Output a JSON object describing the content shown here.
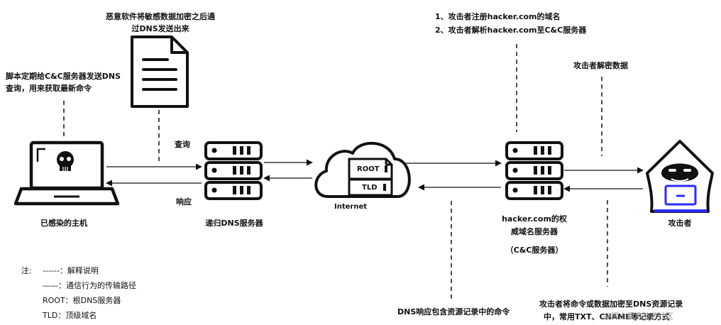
{
  "annotations": {
    "malware_encrypt": [
      "恶意软件将敏感数据加密之后通",
      "过DNS发送出来"
    ],
    "script_query": [
      "脚本定期给C&C服务器发送DNS",
      "查询，用来获取最新命令"
    ],
    "attacker_steps": [
      "1、攻击者注册hacker.com的域名",
      "2、攻击者解析hacker.com至C&C服务器"
    ],
    "attacker_decrypt": "攻击者解密数据",
    "dns_response_command": "DNS响应包含资源记录中的命令",
    "attacker_encode": [
      "攻击者将命令或数据加密至DNS资源记录",
      "中，常用TXT、CNAME等记录方式"
    ]
  },
  "arrows": {
    "query": "查询",
    "response": "响应"
  },
  "nodes": {
    "infected_host": "已感染的主机",
    "recursive_dns": "递归DNS服务器",
    "internet": "Internet",
    "root_label": "ROOT",
    "tld_label": "TLD",
    "authoritative": [
      "hacker.com的权",
      "威域名服务器"
    ],
    "cc_server": "（C&C服务器）",
    "attacker": "攻击者"
  },
  "legend": {
    "title": "注:",
    "dash": "------：解释说明",
    "line": "——：通信行为的传输路径",
    "root": "ROOT：根DNS服务器",
    "tld": "TLD：顶级域名"
  },
  "watermark": "@稀土掘金技术社区"
}
